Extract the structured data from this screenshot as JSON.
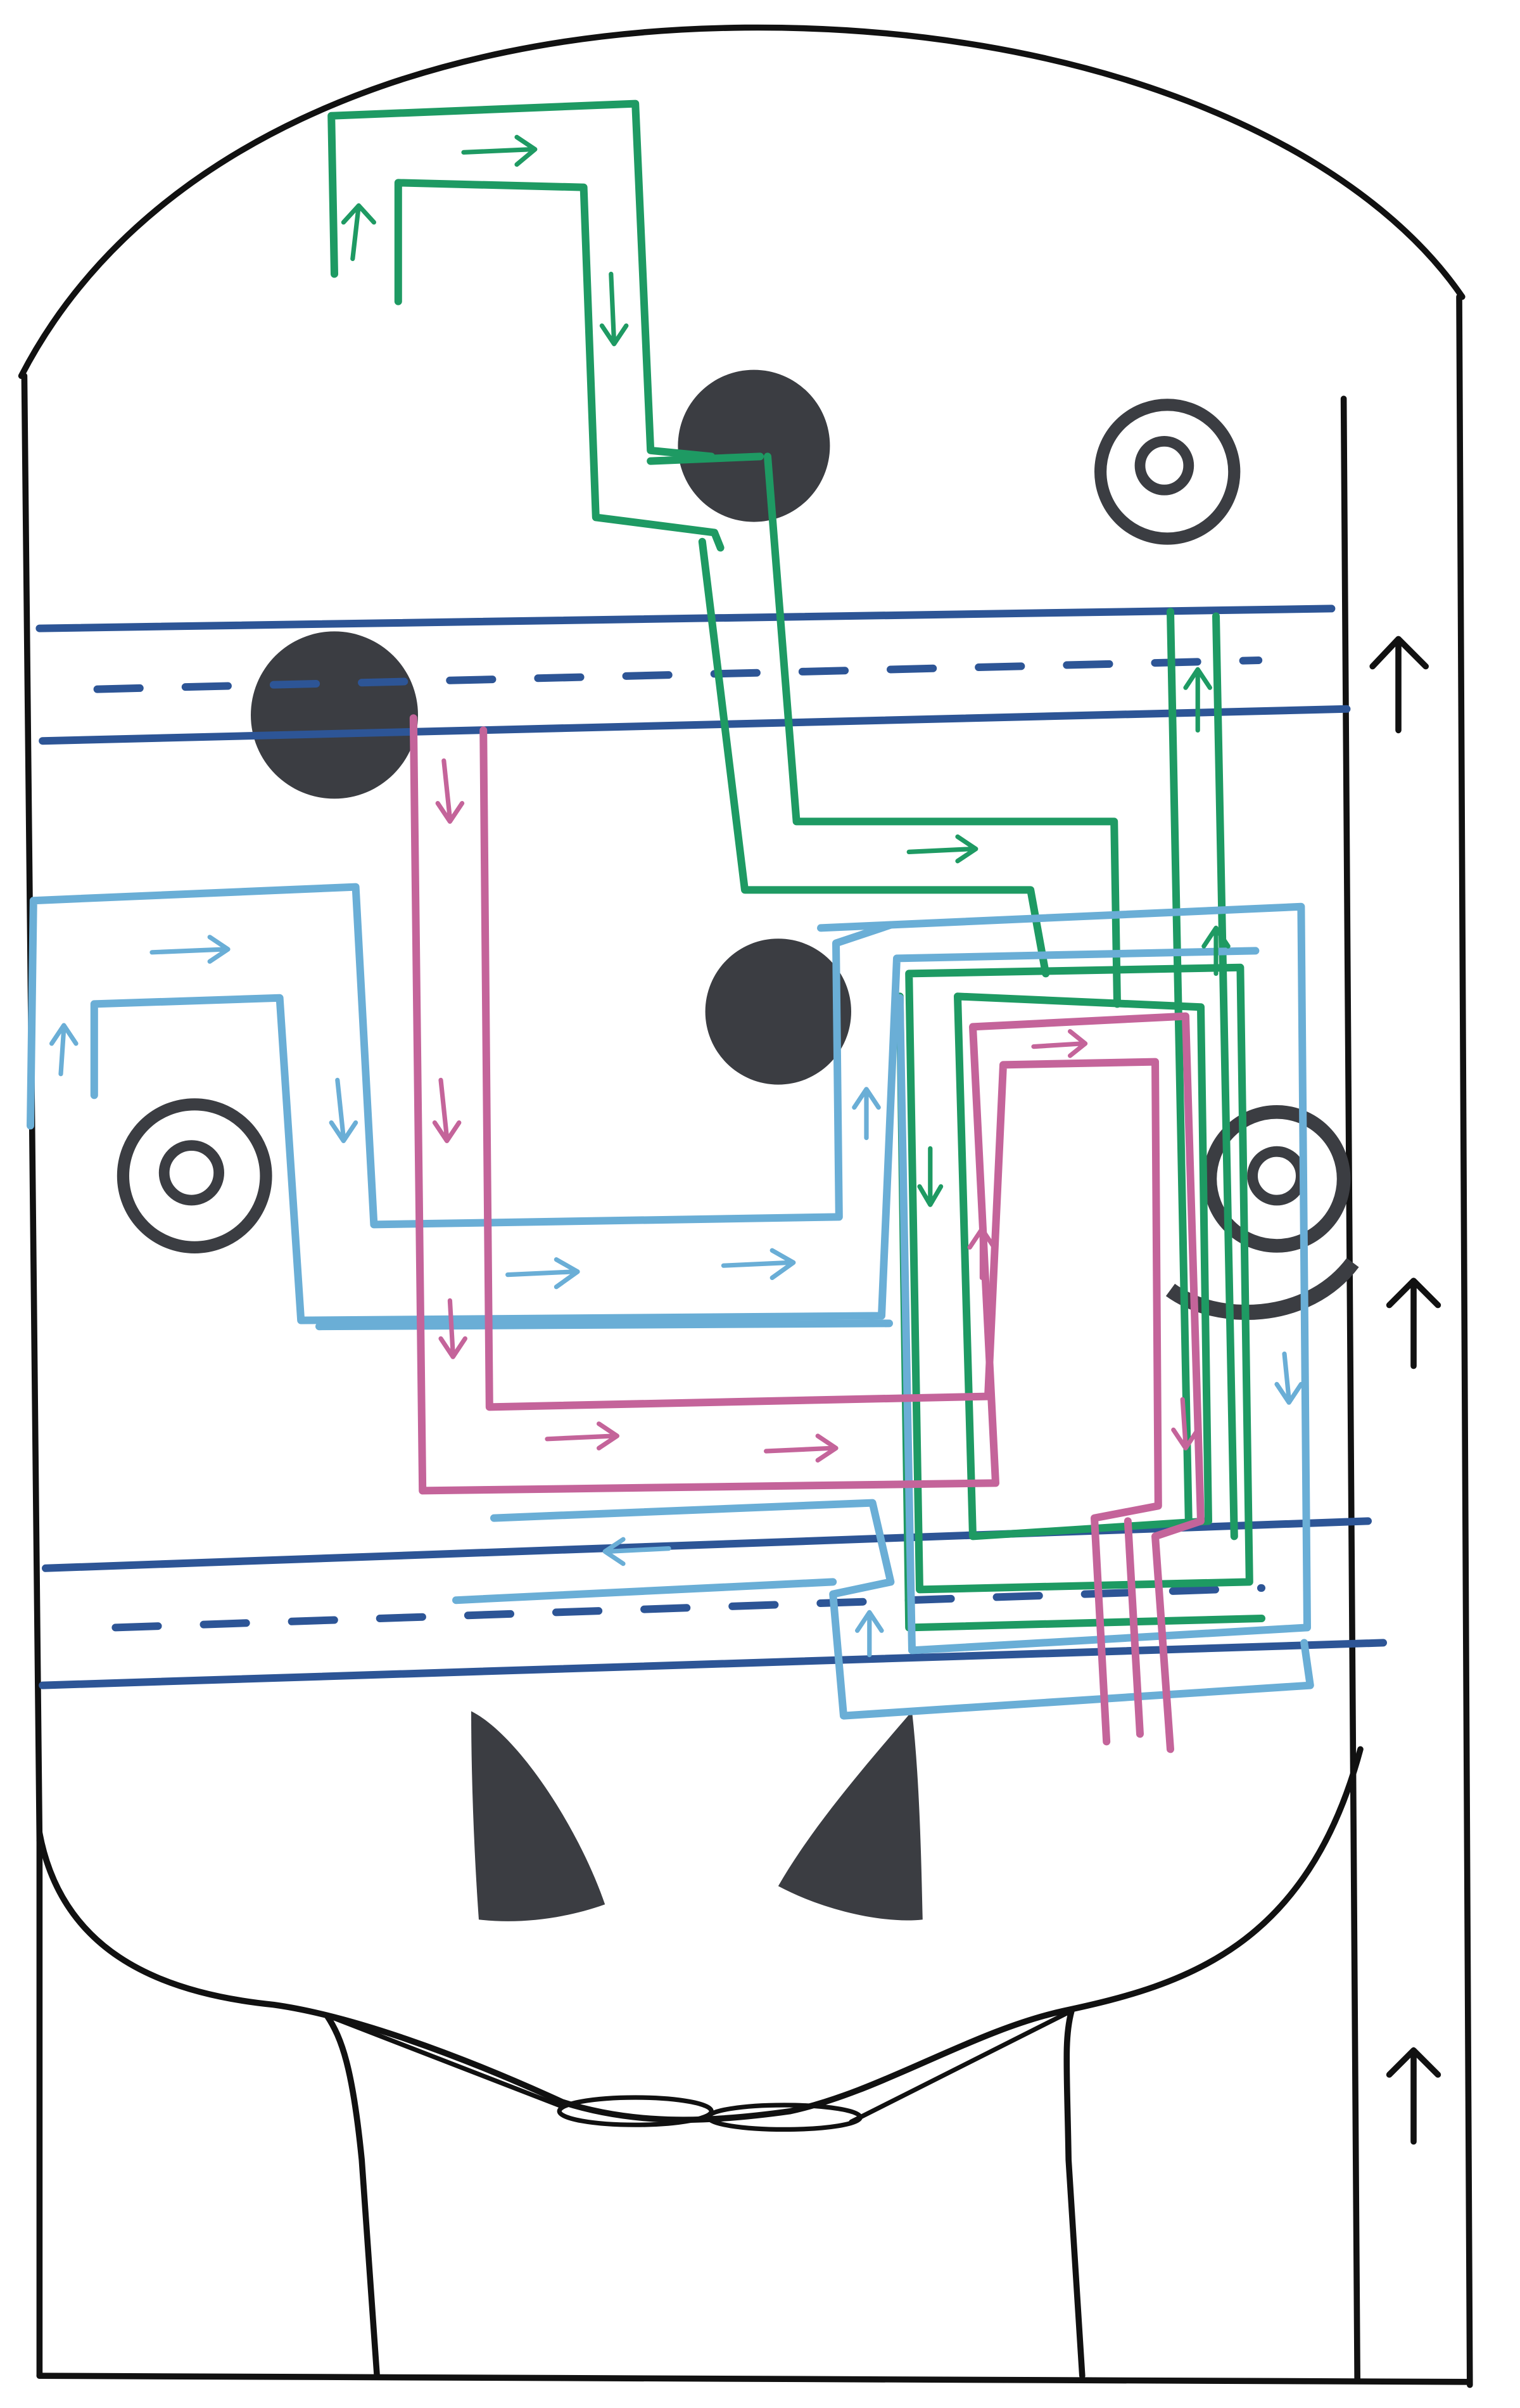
{
  "diagram": {
    "kind": "hand-drawn circuit routing sketch",
    "colors": {
      "outline": "#111111",
      "rail": "#2d5596",
      "green_route": "#1e9a63",
      "light_blue_route": "#6aaed6",
      "pink_route": "#c4649a",
      "hole": "#3b3d42"
    },
    "icons": {
      "hole": "filled-circle",
      "screw": "spiral-icon",
      "horn": "triangle-shape",
      "flow": "arrow-icon"
    }
  }
}
